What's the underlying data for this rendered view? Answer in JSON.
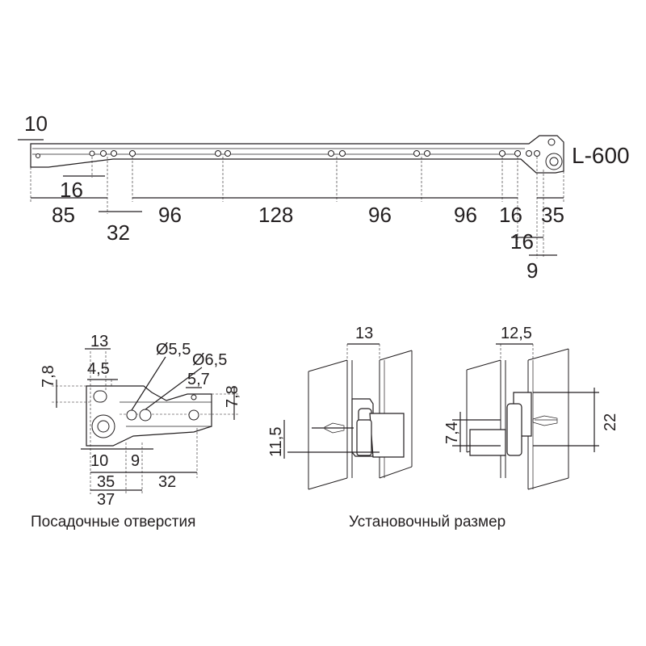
{
  "rail": {
    "length_label": "L-600",
    "dims": {
      "d10": "10",
      "d16a": "16",
      "d85": "85",
      "d32": "32",
      "d96a": "96",
      "d128": "128",
      "d96b": "96",
      "d96c": "96",
      "d16b": "16",
      "d35": "35",
      "d16c": "16",
      "d9": "9"
    }
  },
  "holes_view": {
    "caption": "Посадочные отверстия",
    "dims": {
      "d13": "13",
      "d4_5": "4,5",
      "d7_8_left": "7,8",
      "dia5_5": "Ø5,5",
      "dia6_5": "Ø6,5",
      "d5_7": "5,7",
      "d7_8_right": "7,8",
      "d10": "10",
      "d9": "9",
      "d35": "35",
      "d32": "32",
      "d37": "37"
    }
  },
  "install_view": {
    "caption": "Установочный размер",
    "dims": {
      "d13": "13",
      "d11_5": "11,5",
      "d12_5": "12,5",
      "d7_4": "7,4",
      "d22": "22"
    }
  }
}
